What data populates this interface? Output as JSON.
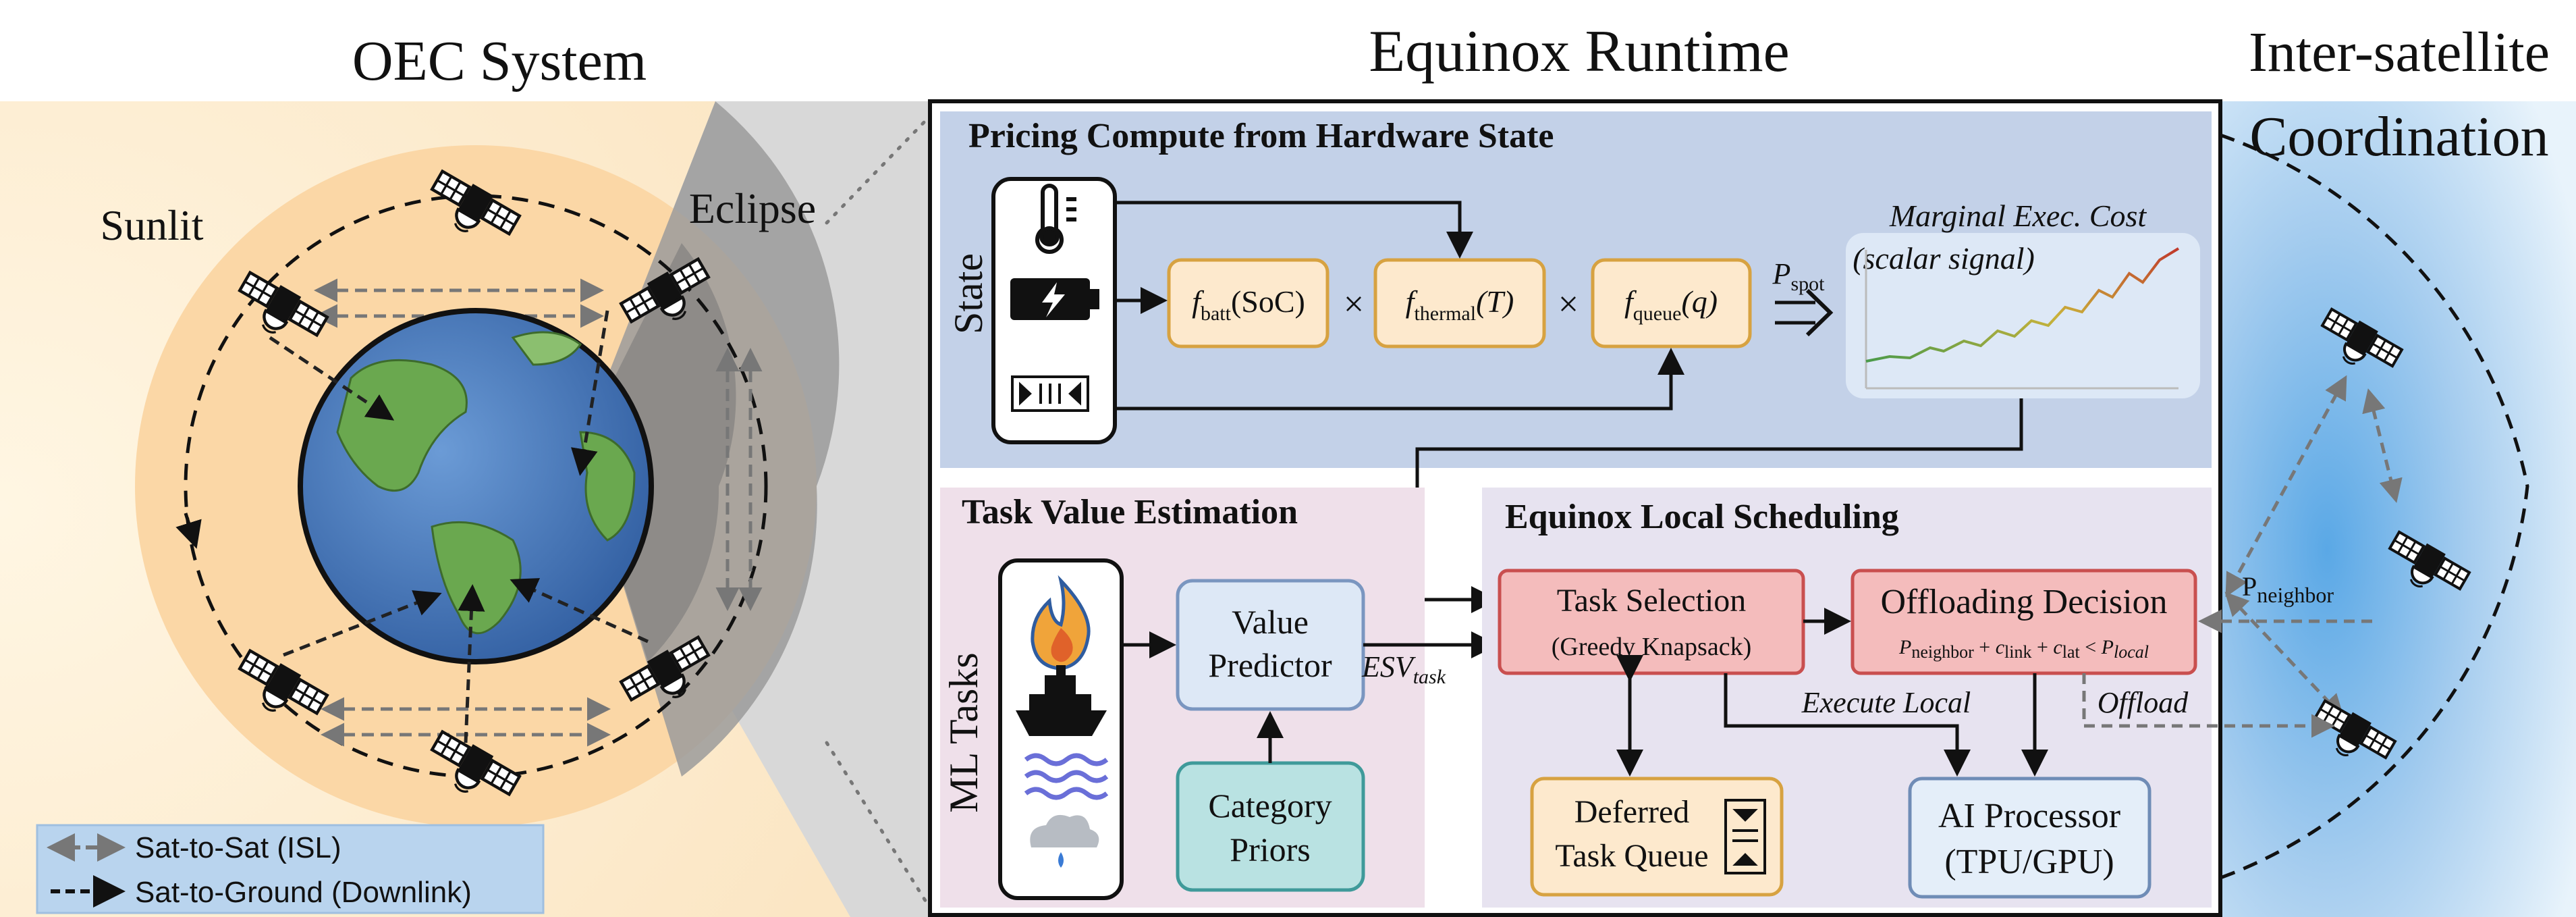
{
  "titles": {
    "oec_system": "OEC System",
    "equinox_runtime": "Equinox Runtime",
    "inter_satellite_line1": "Inter-satellite",
    "inter_satellite_line2": "Coordination"
  },
  "oec": {
    "sunlit": "Sunlit",
    "eclipse": "Eclipse",
    "legend": {
      "isl": "Sat-to-Sat (ISL)",
      "downlink": "Sat-to-Ground (Downlink)"
    }
  },
  "pricing": {
    "title": "Pricing Compute from Hardware State",
    "state_label": "State",
    "f_batt": {
      "f": "f",
      "sub": "batt",
      "arg": "(SoC)"
    },
    "f_thermal": {
      "f": "f",
      "sub": "thermal",
      "arg": "(T)"
    },
    "f_queue": {
      "f": "f",
      "sub": "queue",
      "arg": "(q)"
    },
    "times": "×",
    "p_spot": {
      "p": "P",
      "sub": "spot"
    },
    "marginal_title": "Marginal Exec. Cost",
    "marginal_sub": "(scalar signal)"
  },
  "task_value": {
    "title": "Task Value Estimation",
    "ml_tasks": "ML Tasks",
    "value_predictor_l1": "Value",
    "value_predictor_l2": "Predictor",
    "esv": {
      "esv": "ESV",
      "sub": "task"
    },
    "category_priors_l1": "Category",
    "category_priors_l2": "Priors"
  },
  "scheduling": {
    "title": "Equinox Local Scheduling",
    "task_selection": "Task Selection",
    "greedy_knapsack": "(Greedy Knapsack)",
    "offloading": "Offloading Decision",
    "formula": {
      "p1": "P",
      "p1sub": "neighbor",
      "c1": "c",
      "c1sub": "link",
      "c2": "c",
      "c2sub": "lat",
      "lt": "<",
      "p2": "P",
      "p2sub": "local",
      "plus": "+"
    },
    "execute_local": "Execute Local",
    "offload": "Offload",
    "deferred_l1": "Deferred",
    "deferred_l2": "Task Queue",
    "ai_l1": "AI Processor",
    "ai_l2": "(TPU/GPU)"
  },
  "coordination": {
    "p_neighbor": {
      "p": "P",
      "sub": "neighbor"
    }
  },
  "colors": {
    "pricing_bg": "#c3d1e8",
    "task_value_bg": "#efe0ea",
    "scheduling_bg": "#e7e3f0",
    "formula_box": "#fde9cd",
    "formula_border": "#d7a241",
    "value_box": "#dde8f6",
    "priors_box": "#b9e2e2",
    "task_sel_box": "#f4bcbc",
    "deferred_box": "#fde9cd",
    "ai_box": "#e4eef9",
    "sunlit_orange": "#fbd7a6",
    "eclipse_gray": "#8f8f8f",
    "legend_bg": "#b9d4ee",
    "coordination_blue": "#b8d8f1"
  }
}
